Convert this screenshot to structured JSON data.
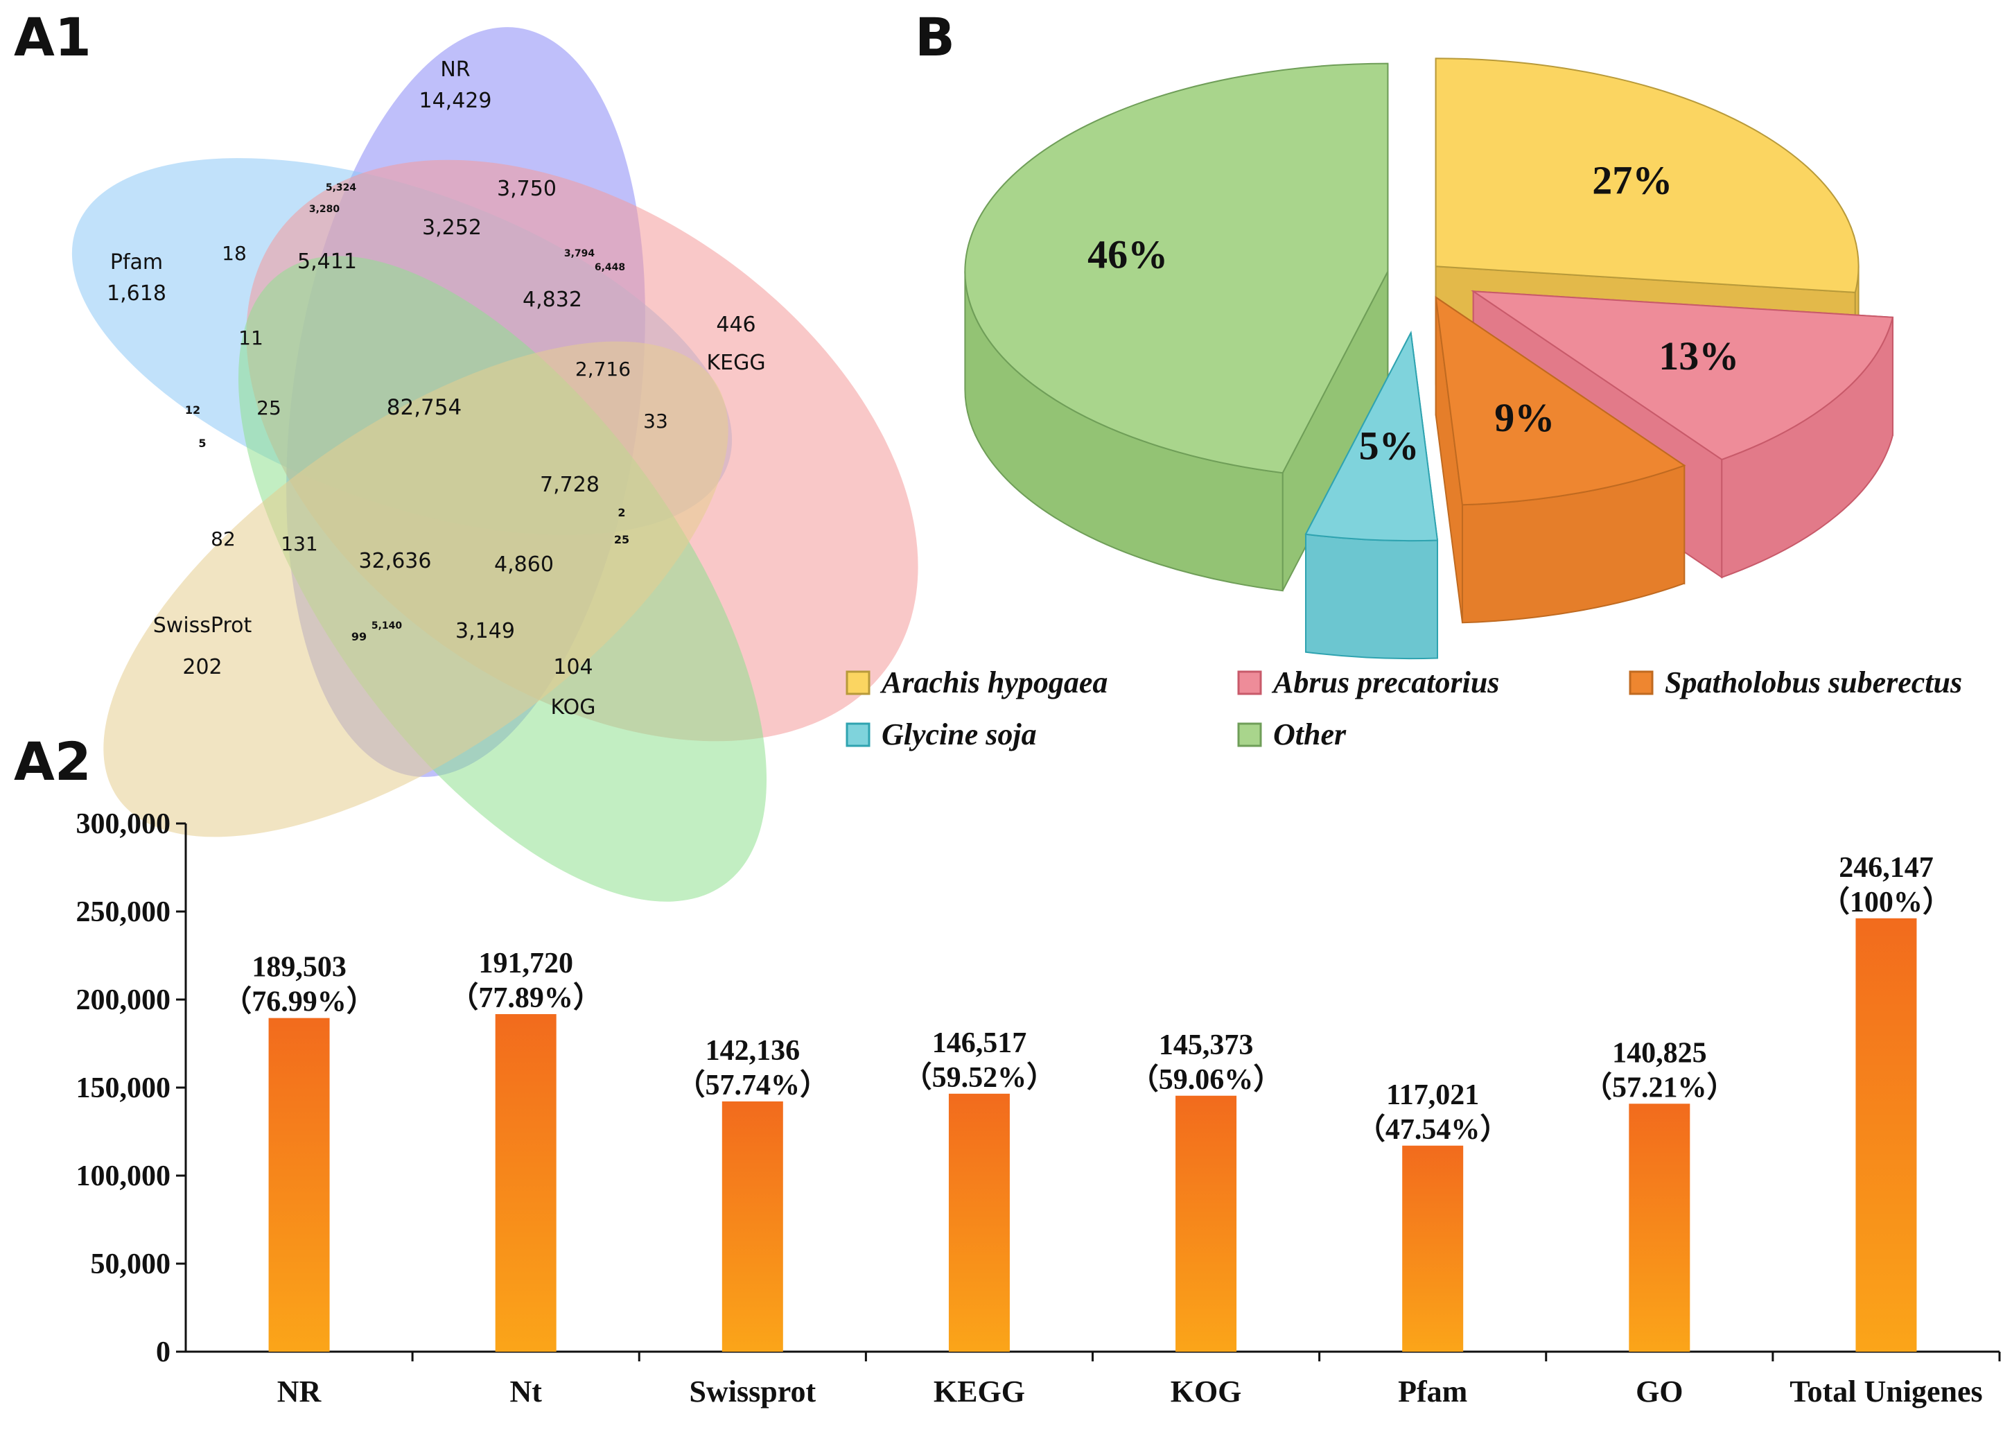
{
  "panels": {
    "a1": "A1",
    "b": "B",
    "a2": "A2"
  },
  "chart_data": [
    {
      "type": "venn",
      "panel": "A1",
      "sets": [
        {
          "name": "NR",
          "unique": "14,429",
          "color": "#8b8bf5"
        },
        {
          "name": "Pfam",
          "unique": "1,618",
          "color": "#8ec9f5"
        },
        {
          "name": "KEGG",
          "unique": "446",
          "color": "#f49a9a"
        },
        {
          "name": "KOG",
          "unique": "104",
          "color": "#8fe08f"
        },
        {
          "name": "SwissProt",
          "unique": "202",
          "color": "#e5cd8f"
        }
      ],
      "regions": [
        {
          "id": "center",
          "value": "82,754"
        },
        {
          "id": "r1",
          "value": "3,750"
        },
        {
          "id": "r2",
          "value": "3,252"
        },
        {
          "id": "r3",
          "value": "5,411"
        },
        {
          "id": "r4",
          "value": "18"
        },
        {
          "id": "r5",
          "value": "11"
        },
        {
          "id": "r6",
          "value": "25"
        },
        {
          "id": "r7",
          "value": "12"
        },
        {
          "id": "r8",
          "value": "5"
        },
        {
          "id": "r9",
          "value": "4,832"
        },
        {
          "id": "r10",
          "value": "2,716"
        },
        {
          "id": "r11",
          "value": "33"
        },
        {
          "id": "r12",
          "value": "7,728"
        },
        {
          "id": "r13",
          "value": "2"
        },
        {
          "id": "r14",
          "value": "25"
        },
        {
          "id": "r15",
          "value": "4,860"
        },
        {
          "id": "r16",
          "value": "3,149"
        },
        {
          "id": "r17",
          "value": "5,140"
        },
        {
          "id": "r18",
          "value": "99"
        },
        {
          "id": "r19",
          "value": "32,636"
        },
        {
          "id": "r20",
          "value": "131"
        },
        {
          "id": "r21",
          "value": "82"
        },
        {
          "id": "r22",
          "value": "5,324"
        },
        {
          "id": "r23",
          "value": "3,280"
        },
        {
          "id": "r24",
          "value": "3,794"
        },
        {
          "id": "r25",
          "value": "6,448"
        }
      ]
    },
    {
      "type": "pie",
      "panel": "B",
      "slices": [
        {
          "name": "Arachis hypogaea",
          "value": 27,
          "label": "27%",
          "color": "#fbd561",
          "side": "#e3b94a",
          "edge": "#b89a3a"
        },
        {
          "name": "Abrus precatorius",
          "value": 13,
          "label": "13%",
          "color": "#ee8c99",
          "side": "#e27a89",
          "edge": "#c85a6a"
        },
        {
          "name": "Spatholobus suberectus",
          "value": 9,
          "label": "9%",
          "color": "#ee8630",
          "side": "#e57e2a",
          "edge": "#c06a20"
        },
        {
          "name": "Glycine soja",
          "value": 5,
          "label": "5%",
          "color": "#7fd3dc",
          "side": "#6cc6d0",
          "edge": "#2fa3b0"
        },
        {
          "name": "Other",
          "value": 46,
          "label": "46%",
          "color": "#a9d58c",
          "side": "#93c374",
          "edge": "#6f9e58"
        }
      ]
    },
    {
      "type": "bar",
      "panel": "A2",
      "categories": [
        "NR",
        "Nt",
        "Swissprot",
        "KEGG",
        "KOG",
        "Pfam",
        "GO",
        "Total Unigenes"
      ],
      "values": [
        189503,
        191720,
        142136,
        146517,
        145373,
        117021,
        140825,
        246147
      ],
      "value_labels": [
        "189,503",
        "191,720",
        "142,136",
        "146,517",
        "145,373",
        "117,021",
        "140,825",
        "246,147"
      ],
      "percent_labels": [
        "（76.99%）",
        "（77.89%）",
        "（57.74%）",
        "（59.52%）",
        "（59.06%）",
        "（47.54%）",
        "（57.21%）",
        "（100%）"
      ],
      "ylim": [
        0,
        300000
      ],
      "yticks": [
        0,
        50000,
        100000,
        150000,
        200000,
        250000,
        300000
      ],
      "ytick_labels": [
        "0",
        "50,000",
        "100,000",
        "150,000",
        "200,000",
        "250,000",
        "300,000"
      ],
      "bar_color_top": "#f26b1d",
      "bar_color_bottom": "#fba519",
      "grid": false
    }
  ]
}
